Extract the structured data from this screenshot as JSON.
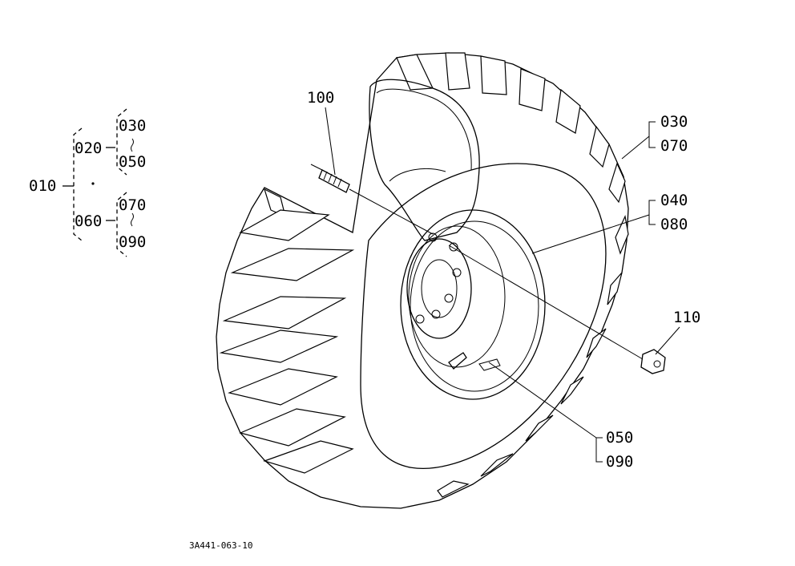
{
  "diagram": {
    "drawing_number": "3A441-063-10",
    "part_labels": {
      "p010": "010",
      "p020": "020",
      "p030_tree": "030",
      "p050_tree": "050",
      "p060": "060",
      "p070_tree": "070",
      "p090_tree": "090",
      "p100": "100",
      "p030": "030",
      "p070": "070",
      "p040": "040",
      "p080": "080",
      "p110": "110",
      "p050": "050",
      "p090": "090"
    },
    "range_mark": "~"
  }
}
